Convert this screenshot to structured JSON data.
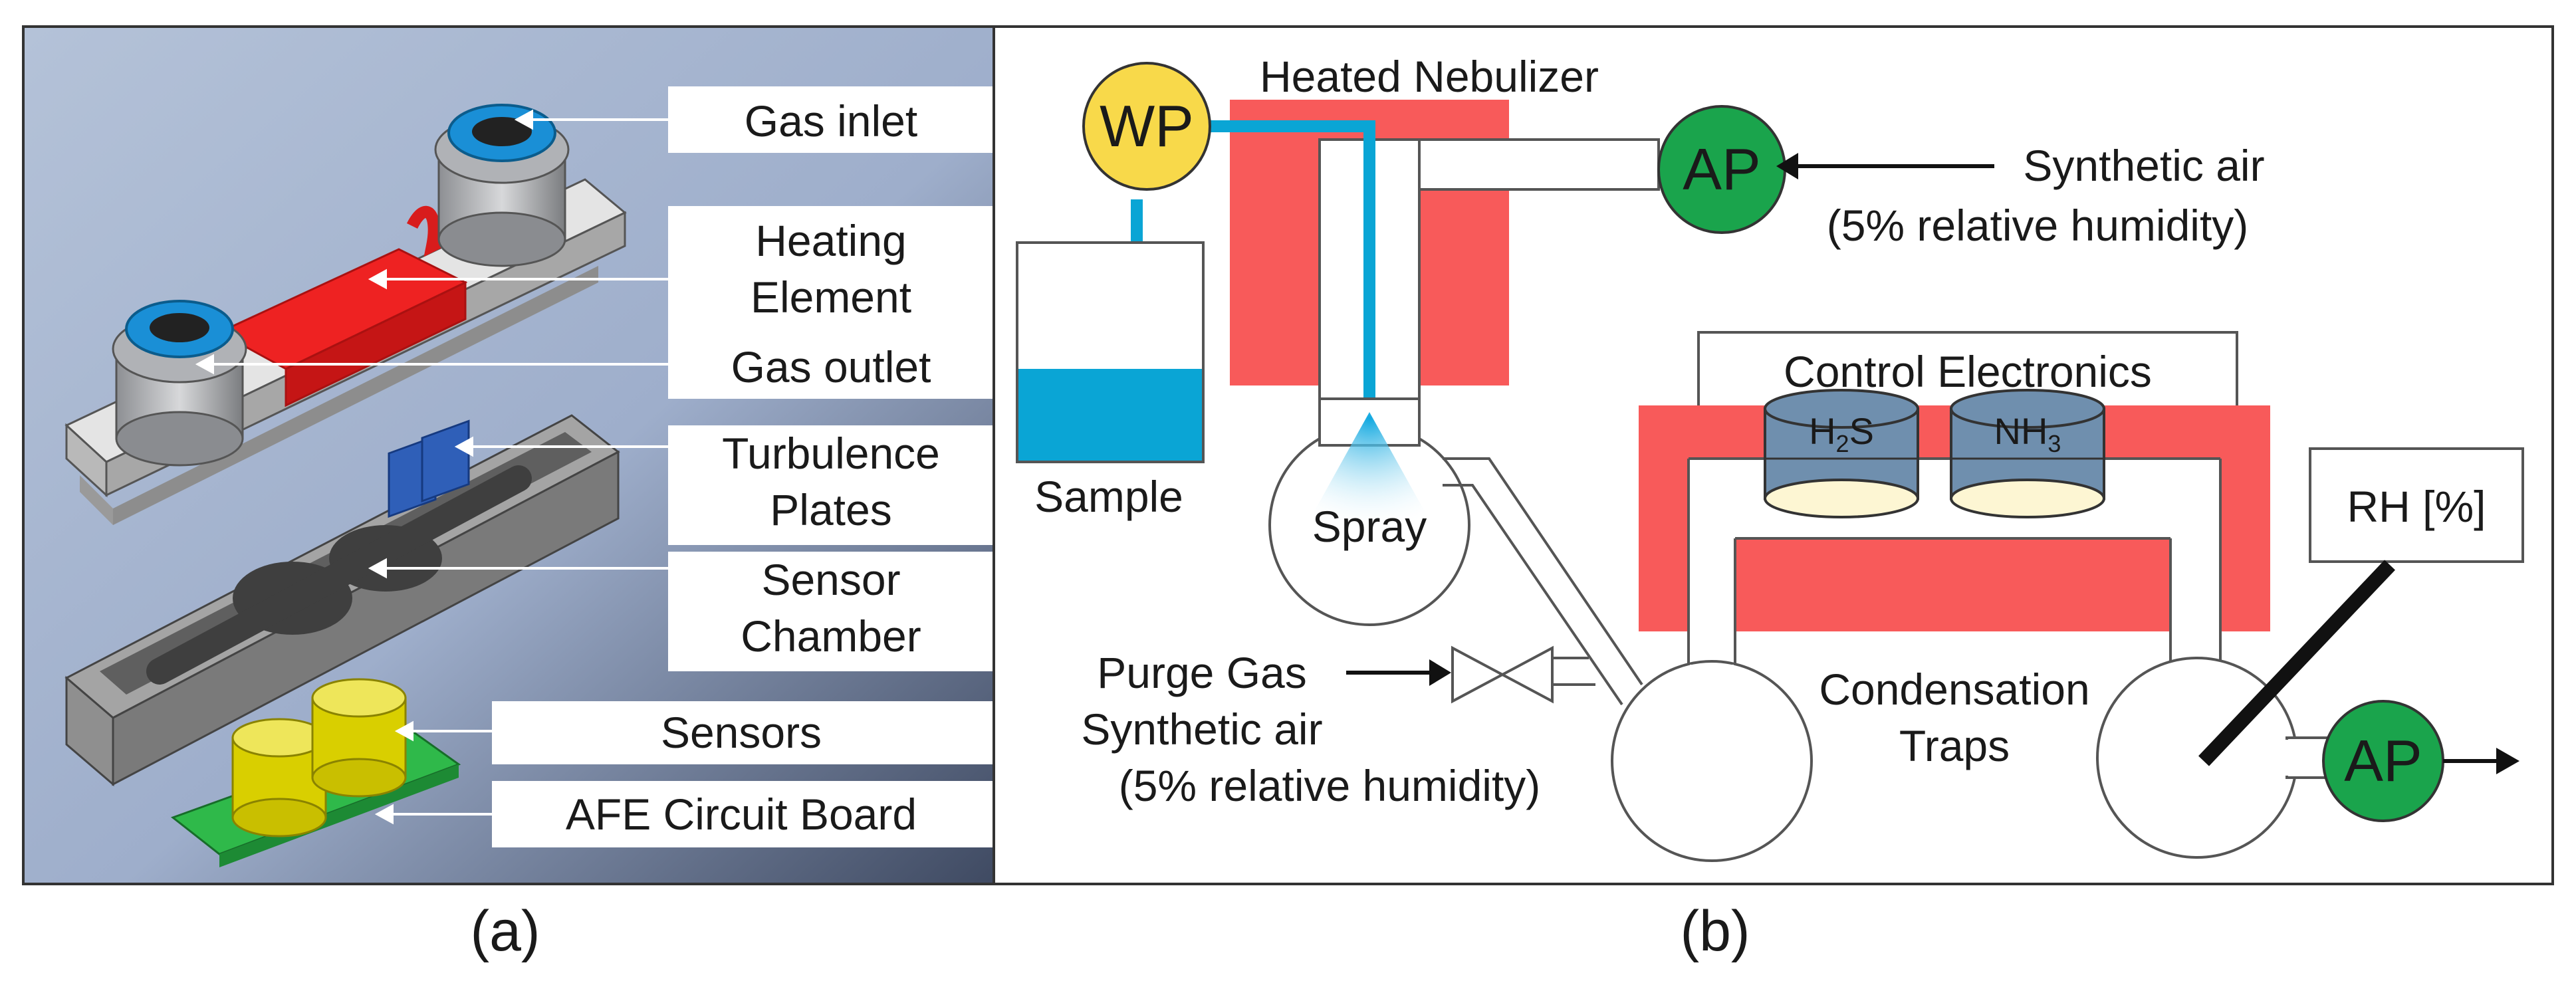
{
  "panel_a": {
    "caption": "(a)",
    "labels": {
      "gas_inlet": "Gas inlet",
      "heating_l1": "Heating",
      "heating_l2": "Element",
      "gas_outlet": "Gas outlet",
      "turbulence_l1": "Turbulence",
      "turbulence_l2": "Plates",
      "chamber_l1": "Sensor",
      "chamber_l2": "Chamber",
      "sensors": "Sensors",
      "afe": "AFE Circuit Board"
    }
  },
  "panel_b": {
    "caption": "(b)",
    "labels": {
      "heated_nebulizer": "Heated Nebulizer",
      "wp": "WP",
      "ap_top": "AP",
      "ap_bottom": "AP",
      "synthetic_air_l1": "Synthetic air",
      "synthetic_air_l2": "(5% relative humidity)",
      "sample": "Sample",
      "spray": "Spray",
      "control_electronics": "Control Electronics",
      "h2s_main": "H",
      "h2s_sub": "2",
      "h2s_tail": "S",
      "nh3_main": "NH",
      "nh3_sub": "3",
      "rh": "RH [%]",
      "purge_l1": "Purge Gas",
      "purge_l2": "Synthetic air",
      "purge_l3": "(5% relative humidity)",
      "condensation_l1": "Condensation",
      "condensation_l2": "Traps"
    }
  },
  "colors": {
    "heater_red": "#f85a5a",
    "water_blue": "#0aa5d5",
    "pump_green": "#1aa44c",
    "pump_yellow": "#f8d94a",
    "sensor_steel": "#6f8fae",
    "sensor_cream": "#fdf6d3",
    "render_bg": "#a9b7ce"
  }
}
